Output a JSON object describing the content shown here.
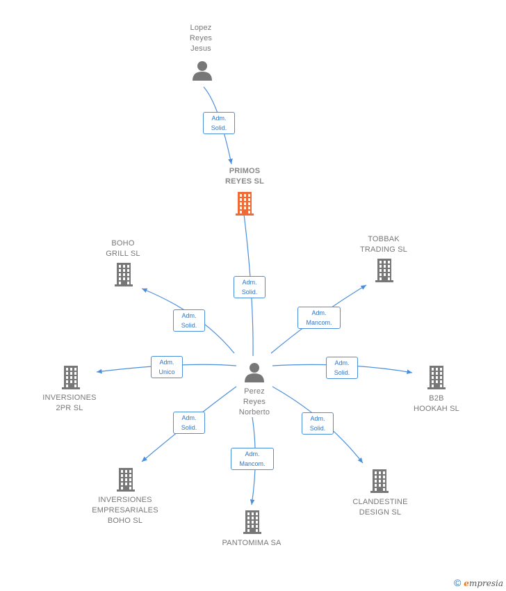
{
  "colors": {
    "edge": "#4a8fdc",
    "node": "#777777",
    "focus": "#f06a35"
  },
  "nodes": {
    "lopez": {
      "label": "Lopez\nReyes\nJesus",
      "type": "person"
    },
    "primos": {
      "label": "PRIMOS\nREYES  SL",
      "type": "company-focus"
    },
    "perez": {
      "label": "Perez\nReyes\nNorberto",
      "type": "person"
    },
    "boho_grill": {
      "label": "BOHO\nGRILL  SL",
      "type": "company"
    },
    "tobbak": {
      "label": "TOBBAK\nTRADING  SL",
      "type": "company"
    },
    "inv2pr": {
      "label": "INVERSIONES\n2PR  SL",
      "type": "company"
    },
    "b2b": {
      "label": "B2B\nHOOKAH  SL",
      "type": "company"
    },
    "inv_emp": {
      "label": "INVERSIONES\nEMPRESARIALES\nBOHO  SL",
      "type": "company"
    },
    "clandestine": {
      "label": "CLANDESTINE\nDESIGN  SL",
      "type": "company"
    },
    "pantomima": {
      "label": "PANTOMIMA SA",
      "type": "company"
    }
  },
  "edges": [
    {
      "from": "lopez",
      "to": "primos",
      "label": "Adm.\nSolid."
    },
    {
      "from": "perez",
      "to": "primos",
      "label": "Adm.\nSolid."
    },
    {
      "from": "perez",
      "to": "boho_grill",
      "label": "Adm.\nSolid."
    },
    {
      "from": "perez",
      "to": "tobbak",
      "label": "Adm.\nMancom."
    },
    {
      "from": "perez",
      "to": "inv2pr",
      "label": "Adm.\nUnico"
    },
    {
      "from": "perez",
      "to": "b2b",
      "label": "Adm.\nSolid."
    },
    {
      "from": "perez",
      "to": "inv_emp",
      "label": "Adm.\nSolid."
    },
    {
      "from": "perez",
      "to": "clandestine",
      "label": "Adm.\nSolid."
    },
    {
      "from": "perez",
      "to": "pantomima",
      "label": "Adm.\nMancom."
    }
  ],
  "footer": {
    "copyright": "©",
    "brand_initial": "e",
    "brand_rest": "mpresia"
  }
}
